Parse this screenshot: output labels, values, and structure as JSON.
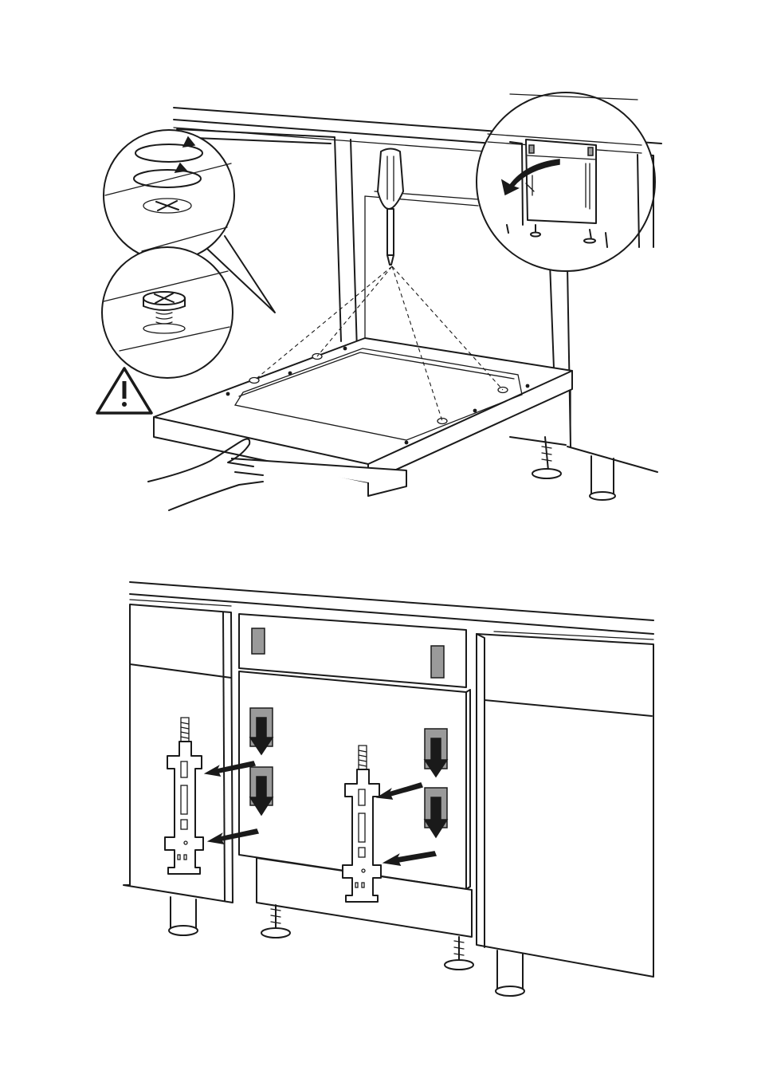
{
  "figure": {
    "panels": [
      {
        "id": "top",
        "content": "hob-alignment-with-screwdriver"
      },
      {
        "id": "bottom",
        "content": "front-panel-fixing-brackets"
      }
    ],
    "icons": [
      "warning-icon",
      "screwdriver-icon",
      "hand-icon",
      "rotate-arrow-icon",
      "screw-icon",
      "spring-icon",
      "bracket-icon",
      "down-arrow-icon"
    ],
    "colors": {
      "line": "#1a1a1a",
      "paper": "#ffffff",
      "shade": "#9a9a9a"
    }
  }
}
